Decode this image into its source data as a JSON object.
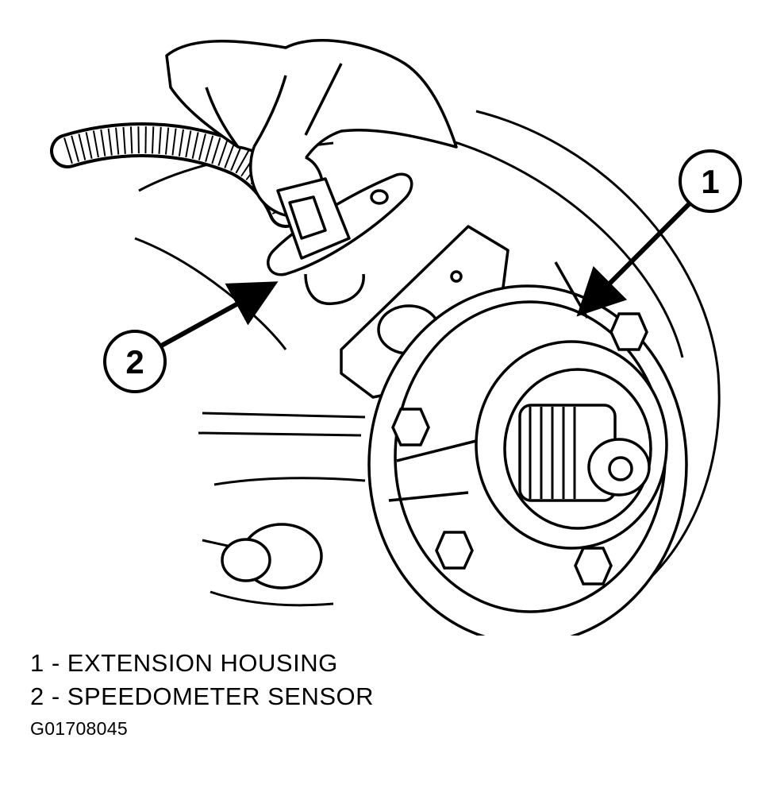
{
  "callouts": [
    {
      "number": "1",
      "part": "EXTENSION HOUSING"
    },
    {
      "number": "2",
      "part": "SPEEDOMETER SENSOR"
    }
  ],
  "legend": [
    "1 - EXTENSION HOUSING",
    "2 - SPEEDOMETER SENSOR"
  ],
  "figure_code": "G01708045",
  "colors": {
    "ink": "#000000",
    "paper": "#ffffff"
  }
}
